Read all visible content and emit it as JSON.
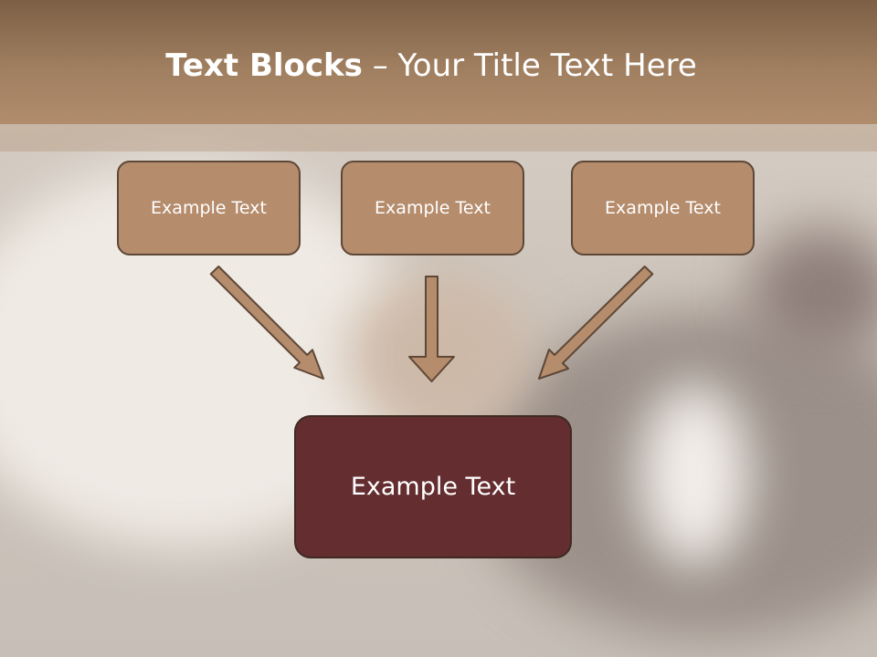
{
  "title": {
    "bold": "Text Blocks",
    "separator": " – ",
    "rest": "Your Title Text Here"
  },
  "boxes": [
    "Example Text",
    "Example Text",
    "Example Text"
  ],
  "main_box": "Example Text",
  "colors": {
    "title_bar": "#a07f60",
    "box_fill": "#b58c6c",
    "box_border": "#5d4737",
    "main_fill": "#642d30",
    "arrow_fill": "#b58c6c"
  }
}
